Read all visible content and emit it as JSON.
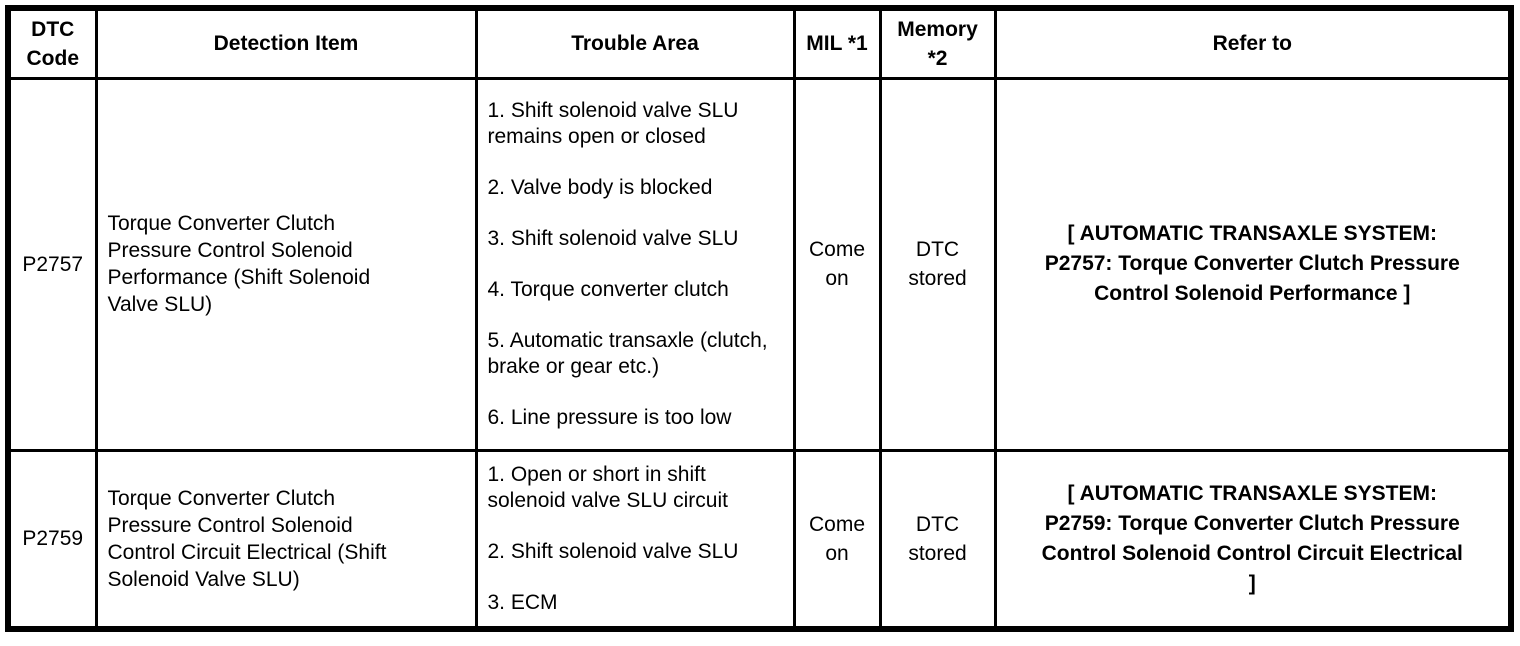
{
  "table": {
    "headers": {
      "dtc_code": "DTC\nCode",
      "detection_item": "Detection Item",
      "trouble_area": "Trouble Area",
      "mil": "MIL *1",
      "memory": "Memory\n*2",
      "refer_to": "Refer to"
    },
    "rows": [
      {
        "dtc_code": "P2757",
        "detection_item": "Torque Converter Clutch Pressure Control Solenoid Performance (Shift Solenoid Valve SLU)",
        "trouble_areas": [
          "1. Shift solenoid valve SLU remains open or closed",
          "2. Valve body is blocked",
          "3. Shift solenoid valve SLU",
          "4. Torque converter clutch",
          "5. Automatic transaxle (clutch, brake or gear etc.)",
          "6. Line pressure is too low"
        ],
        "mil": "Come\non",
        "memory": "DTC\nstored",
        "refer_to": "[ AUTOMATIC TRANSAXLE SYSTEM:\nP2757: Torque Converter Clutch Pressure\nControl Solenoid Performance ]"
      },
      {
        "dtc_code": "P2759",
        "detection_item": "Torque Converter Clutch Pressure Control Solenoid Control Circuit Electrical (Shift Solenoid Valve SLU)",
        "trouble_areas": [
          "1. Open or short in shift solenoid valve SLU circuit",
          "2. Shift solenoid valve SLU",
          "3. ECM"
        ],
        "mil": "Come\non",
        "memory": "DTC\nstored",
        "refer_to": "[ AUTOMATIC TRANSAXLE SYSTEM:\nP2759: Torque Converter Clutch Pressure\nControl Solenoid Control Circuit Electrical\n]"
      }
    ]
  }
}
